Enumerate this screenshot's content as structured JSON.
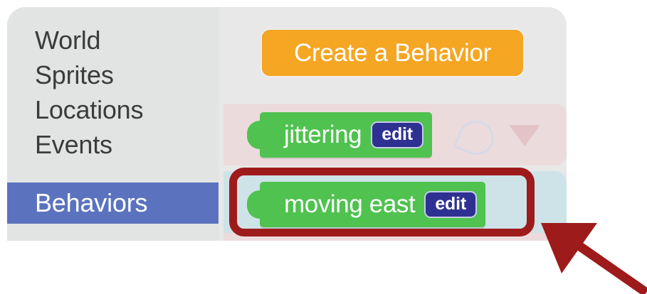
{
  "app": {
    "panel_background": "#e2e3e3",
    "content_background": "#e8e8e8"
  },
  "sidebar": {
    "selected_background": "#5b73be",
    "selected_text_color": "#ffffff",
    "text_color": "#3b3b3b",
    "items": [
      {
        "label": "World",
        "selected": false
      },
      {
        "label": "Sprites",
        "selected": false
      },
      {
        "label": "Locations",
        "selected": false
      },
      {
        "label": "Events",
        "selected": false
      },
      {
        "label": "Behaviors",
        "selected": true
      }
    ]
  },
  "toolbar": {
    "create_behavior_label": "Create a Behavior",
    "create_behavior_color": "#f5a623",
    "create_behavior_text_color": "#ffffff"
  },
  "behaviors": {
    "block_color": "#4fc24f",
    "edit_badge_color": "#2f3192",
    "list": [
      {
        "name": "jittering",
        "edit_label": "edit",
        "row_background": "#ecdbdd",
        "highlighted": false
      },
      {
        "name": "moving east",
        "edit_label": "edit",
        "row_background": "#cde3e7",
        "highlighted": true
      }
    ]
  },
  "annotations": {
    "color": "#9e1b1b",
    "highlight_target": "moving east",
    "arrow_direction": "up-left"
  }
}
